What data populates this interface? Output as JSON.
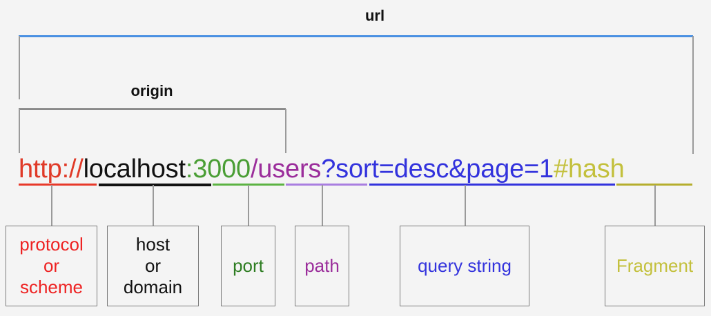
{
  "diagram": {
    "title": "url",
    "background_color": "#f4f4f4",
    "brackets": [
      {
        "name": "url",
        "label": "url",
        "line_color": "#4a90e2",
        "side_color": "#9a9a9a"
      },
      {
        "name": "origin",
        "label": "origin",
        "line_color": "#6e6e6e",
        "side_color": "#9a9a9a"
      }
    ],
    "url": {
      "full": "http://localhost:3000/users?sort=desc&page=1#hash",
      "parts": [
        {
          "name": "protocol",
          "text": "http://",
          "color": "#e03a28",
          "underline_color": "#e8392a"
        },
        {
          "name": "host",
          "text": "localhost",
          "color": "#111111",
          "underline_color": "#111111"
        },
        {
          "name": "port",
          "text": ":3000",
          "color": "#4a9e35",
          "underline_color": "#5cb343"
        },
        {
          "name": "path",
          "text": "/users",
          "color": "#9b2d9b",
          "underline_color": "#a97ee0"
        },
        {
          "name": "query",
          "text": "?sort=desc&page=1",
          "color": "#3333dd",
          "underline_color": "#3333dd"
        },
        {
          "name": "fragment",
          "text": "#hash",
          "color": "#c3c03c",
          "underline_color": "#b5ae2e"
        }
      ]
    },
    "boxes": [
      {
        "name": "protocol",
        "label": "protocol\nor\nscheme",
        "color": "#ee2222",
        "border_color": "#7a7a7a"
      },
      {
        "name": "host",
        "label": "host\nor\ndomain",
        "color": "#111111",
        "border_color": "#7a7a7a"
      },
      {
        "name": "port",
        "label": "port",
        "color": "#2e7d22",
        "border_color": "#7a7a7a"
      },
      {
        "name": "path",
        "label": "path",
        "color": "#9b2d9b",
        "border_color": "#7a7a7a"
      },
      {
        "name": "query",
        "label": "query string",
        "color": "#3333dd",
        "border_color": "#7a7a7a"
      },
      {
        "name": "fragment",
        "label": "Fragment",
        "color": "#c3c03c",
        "border_color": "#7a7a7a"
      }
    ]
  }
}
